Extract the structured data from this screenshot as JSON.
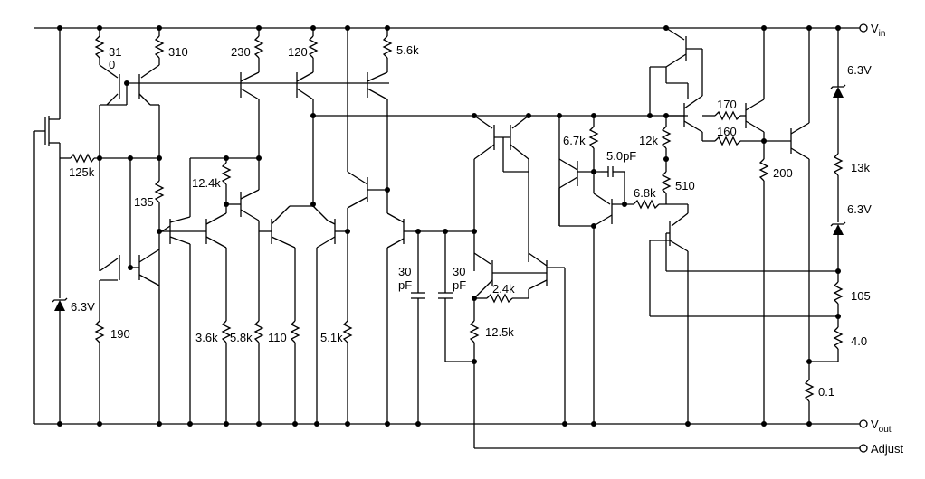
{
  "terminals": {
    "vin": "V",
    "vin_sub": "in",
    "vout": "V",
    "vout_sub": "out",
    "adjust": "Adjust"
  },
  "resistors": {
    "r31": "31",
    "r310": "310",
    "r230": "230",
    "r120": "120",
    "r5_6k": "5.6k",
    "r125k": "125k",
    "r135": "135",
    "r12_4k": "12.4k",
    "r190": "190",
    "r3_6k": "3.6k",
    "r5_8k": "5.8k",
    "r110": "110",
    "r5_1k": "5.1k",
    "r2_4k": "2.4k",
    "r12_5k": "12.5k",
    "r6_7k": "6.7k",
    "r12k": "12k",
    "r6_8k": "6.8k",
    "r510": "510",
    "r170": "170",
    "r160": "160",
    "r200": "200",
    "r13k": "13k",
    "r105": "105",
    "r4_0": "4.0",
    "r0_1": "0.1"
  },
  "capacitors": {
    "c30a_1": "30",
    "c30a_2": "pF",
    "c30b_1": "30",
    "c30b_2": "pF",
    "c5pf": "5.0pF"
  },
  "zeners": {
    "z1": "6.3V",
    "z2": "6.3V",
    "z3": "6.3V"
  },
  "stray": {
    "zero": "0"
  }
}
